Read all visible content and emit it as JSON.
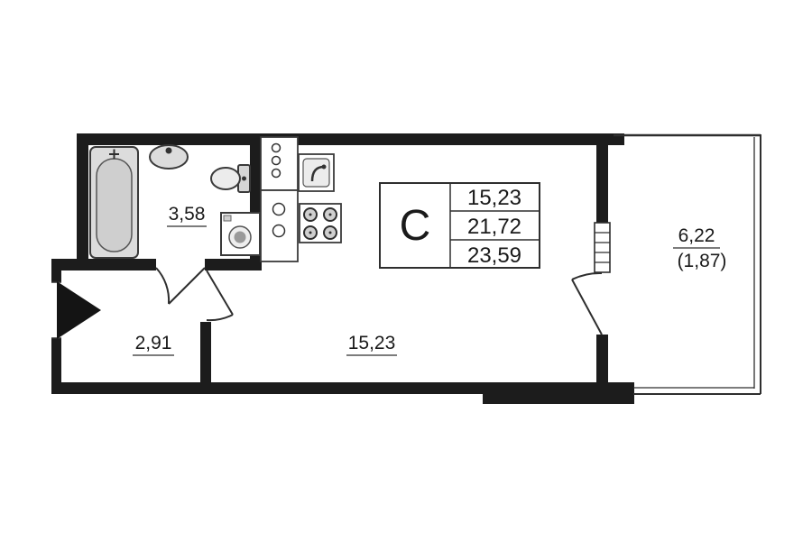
{
  "plan": {
    "unit_type": "С",
    "info_box": {
      "type_label": "С",
      "values": [
        "15,23",
        "21,72",
        "23,59"
      ]
    },
    "room_labels": {
      "bathroom_area": "3,58",
      "hall_area": "2,91",
      "living_area": "15,23",
      "balcony_area": "6,22",
      "balcony_area_reduced": "(1,87)"
    },
    "colors": {
      "walls": "#1c1c1c",
      "thin_line": "#2e2e2e",
      "fixture_fill": "#d9d9d9",
      "background": "#ffffff"
    }
  }
}
